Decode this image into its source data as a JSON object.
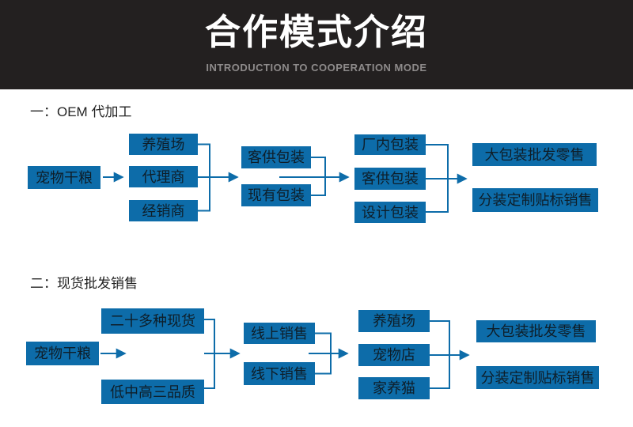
{
  "header": {
    "title": "合作模式介绍",
    "subtitle": "INTRODUCTION TO COOPERATION MODE"
  },
  "colors": {
    "header_bg": "#232020",
    "subtitle_gray": "#8e8b8b",
    "box_blue": "#0d6ca9",
    "line_blue": "#0d6ca9",
    "box_text": "#0e1e29",
    "title_text": "#232323"
  },
  "sections": [
    {
      "title": "一：OEM 代加工",
      "source": "宠物干粮",
      "col1": [
        "养殖场",
        "代理商",
        "经销商"
      ],
      "col2": [
        "客供包装",
        "现有包装"
      ],
      "col3": [
        "厂内包装",
        "客供包装",
        "设计包装"
      ],
      "col4": [
        "大包装批发零售",
        "分装定制贴标销售"
      ]
    },
    {
      "title": "二：现货批发销售",
      "source": "宠物干粮",
      "col1": [
        "二十多种现货",
        "低中高三品质"
      ],
      "col2": [
        "线上销售",
        "线下销售"
      ],
      "col3": [
        "养殖场",
        "宠物店",
        "家养猫"
      ],
      "col4": [
        "大包装批发零售",
        "分装定制贴标销售"
      ]
    }
  ]
}
